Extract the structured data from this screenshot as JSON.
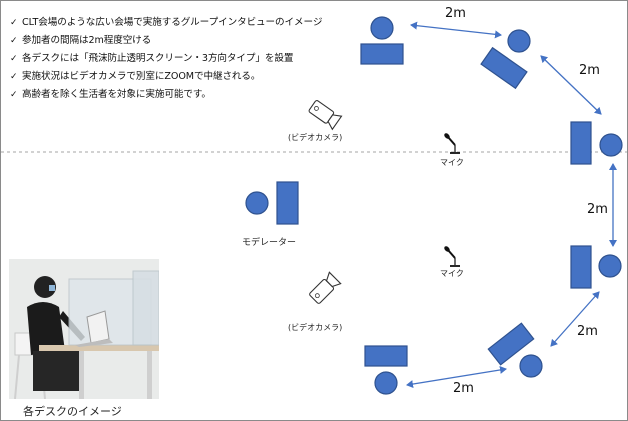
{
  "bullets": [
    "CLT会場のような広い会場で実施するグループインタビューのイメージ",
    "参加者の間隔は2m程度空ける",
    "各デスクには「飛沫防止透明スクリーン・3方向タイプ」を設置",
    "実施状況はビデオカメラで別室にZOOMで中継される。",
    "高齢者を除く生活者を対象に実施可能です。"
  ],
  "check_symbol": "✓",
  "labels": {
    "camera_top": "(ビデオカメラ)",
    "camera_bottom": "(ビデオカメラ)",
    "mic_top": "マイク",
    "mic_bottom": "マイク",
    "moderator": "モデレーター",
    "photo_caption": "各デスクのイメージ"
  },
  "distances": {
    "top": "2m",
    "upper_right": "2m",
    "right": "2m",
    "lower_right": "2m",
    "bottom": "2m"
  },
  "colors": {
    "desk_fill": "#4472c4",
    "desk_stroke": "#2f528f",
    "arrow": "#4472c4",
    "divider": "#a6a6a6"
  },
  "icons": {
    "camera": "video-camera-icon",
    "mic": "microphone-icon",
    "check": "check-icon"
  }
}
